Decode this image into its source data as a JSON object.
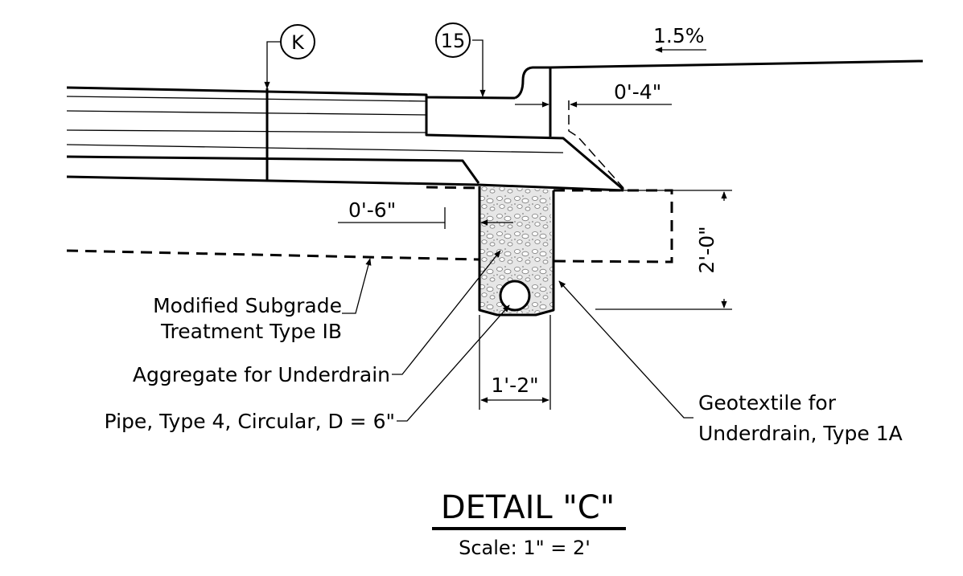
{
  "callouts": {
    "k": "K",
    "fifteen": "15"
  },
  "slope": "1.5%",
  "dimensions": {
    "curb_offset": "0'-4\"",
    "edge_offset": "0'-6\"",
    "depth": "2'-0\"",
    "trench_width": "1'-2\""
  },
  "labels": {
    "subgrade_line1": "Modified Subgrade",
    "subgrade_line2": "Treatment Type IB",
    "aggregate": "Aggregate for Underdrain",
    "pipe": "Pipe, Type 4, Circular, D = 6\"",
    "geotextile_line1": "Geotextile for",
    "geotextile_line2": "Underdrain, Type 1A"
  },
  "title": "DETAIL \"C\"",
  "scale": "Scale: 1\" = 2'"
}
